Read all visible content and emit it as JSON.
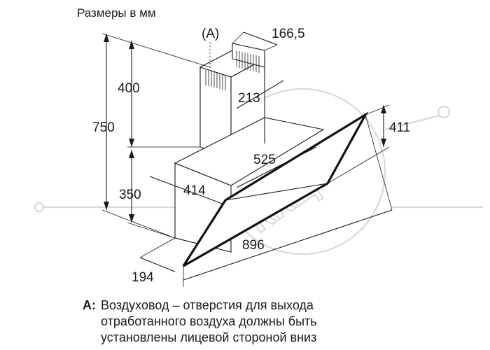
{
  "title": "Размеры в мм",
  "label_a": "(A)",
  "dimensions": {
    "chimney_depth": "166,5",
    "chimney_height": "400",
    "total_height": "750",
    "chimney_width": "213",
    "glass_height": "411",
    "body_depth": "525",
    "body_width": "414",
    "lower_height": "350",
    "glass_width": "896",
    "bottom_depth": "194"
  },
  "legend": {
    "key": "A:",
    "lines": [
      "Воздуховод – отверстия для выхода",
      "отработанного воздуха должны быть",
      "установлены лицевой стороной вниз"
    ]
  },
  "watermark": {
    "text": "ККЦ",
    "color": "#d0d0d0"
  }
}
